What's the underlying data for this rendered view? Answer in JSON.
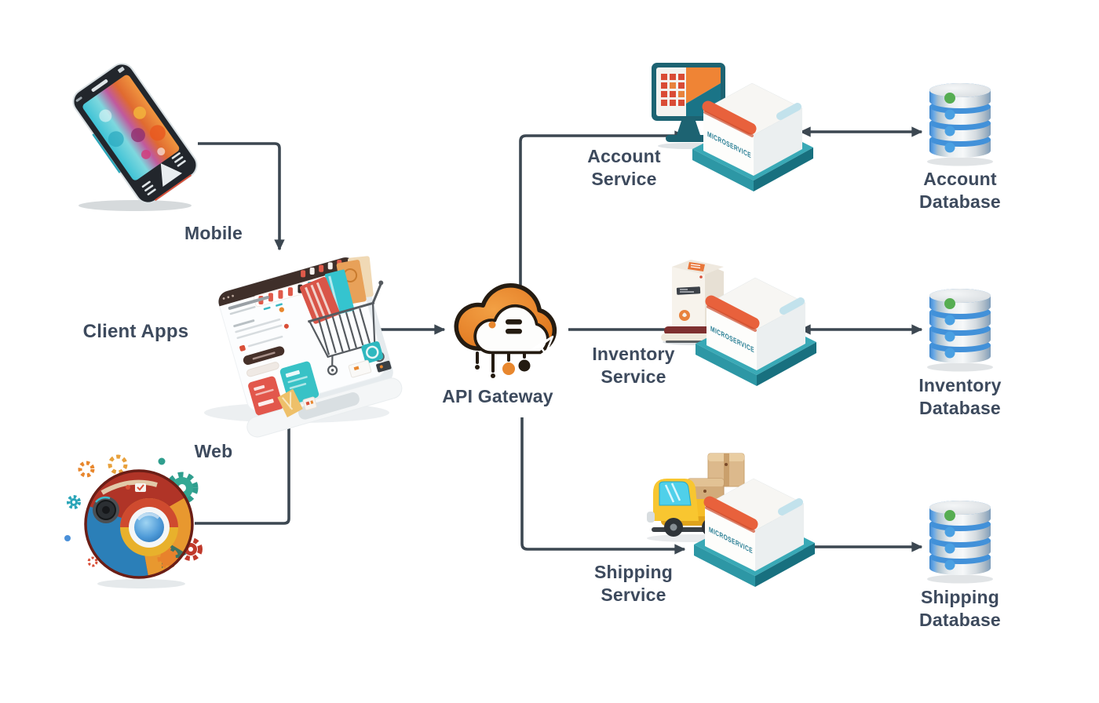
{
  "diagram": {
    "background": "#ffffff",
    "nodes": {
      "mobile": {
        "label": "Mobile",
        "icon": "smartphone-icon"
      },
      "client_apps": {
        "label": "Client Apps",
        "icon": "ecommerce-monitor-icon"
      },
      "web": {
        "label": "Web",
        "icon": "web-browser-icon"
      },
      "api_gateway": {
        "label": "API Gateway",
        "icon": "cloud-gateway-icon"
      },
      "account_service": {
        "label": "Account Service",
        "icon": "microservice-cube-icon"
      },
      "inventory_service": {
        "label": "Inventory Service",
        "icon": "microservice-cube-icon"
      },
      "shipping_service": {
        "label": "Shipping Service",
        "icon": "microservice-cube-icon"
      },
      "account_database": {
        "label": "Account Database",
        "icon": "database-icon"
      },
      "inventory_database": {
        "label": "Inventory Database",
        "icon": "database-icon"
      },
      "shipping_database": {
        "label": "Shipping Database",
        "icon": "database-icon"
      }
    },
    "cube_text": "MICROSERVICE",
    "edges": [
      {
        "from": "mobile",
        "to": "client_apps",
        "arrow": "single"
      },
      {
        "from": "web",
        "to": "client_apps",
        "arrow": "single"
      },
      {
        "from": "client_apps",
        "to": "api_gateway",
        "arrow": "single"
      },
      {
        "from": "api_gateway",
        "to": "account_service",
        "arrow": "single"
      },
      {
        "from": "api_gateway",
        "to": "inventory_service",
        "arrow": "single"
      },
      {
        "from": "api_gateway",
        "to": "shipping_service",
        "arrow": "single"
      },
      {
        "from": "account_service",
        "to": "account_database",
        "arrow": "double"
      },
      {
        "from": "inventory_service",
        "to": "inventory_database",
        "arrow": "double"
      },
      {
        "from": "shipping_service",
        "to": "shipping_database",
        "arrow": "double"
      }
    ],
    "colors": {
      "label_text": "#3d4a5d",
      "connector": "#3c4751",
      "gateway_orange": "#e8872e",
      "cube_accent_orange": "#e8613c",
      "cube_base_teal": "#2f9aa8",
      "database_blue": "#4291d9",
      "background": "#ffffff"
    }
  }
}
